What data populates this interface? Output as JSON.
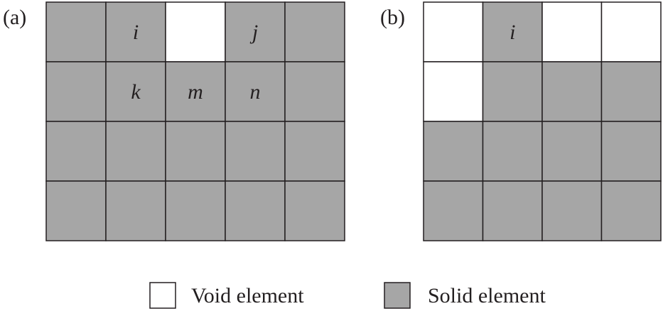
{
  "colors": {
    "solid": "#a6a6a6",
    "void": "#ffffff",
    "stroke": "#231f20"
  },
  "panels": [
    {
      "label": "(a)",
      "cells": [
        [
          "S",
          "S",
          "V",
          "S",
          "S"
        ],
        [
          "S",
          "S",
          "S",
          "S",
          "S"
        ],
        [
          "S",
          "S",
          "S",
          "S",
          "S"
        ],
        [
          "S",
          "S",
          "S",
          "S",
          "S"
        ]
      ],
      "cell_labels": [
        {
          "row": 0,
          "col": 1,
          "text": "i"
        },
        {
          "row": 0,
          "col": 3,
          "text": "j"
        },
        {
          "row": 1,
          "col": 1,
          "text": "k"
        },
        {
          "row": 1,
          "col": 2,
          "text": "m"
        },
        {
          "row": 1,
          "col": 3,
          "text": "n"
        }
      ]
    },
    {
      "label": "(b)",
      "cells": [
        [
          "V",
          "S",
          "V",
          "V"
        ],
        [
          "V",
          "S",
          "S",
          "S"
        ],
        [
          "S",
          "S",
          "S",
          "S"
        ],
        [
          "S",
          "S",
          "S",
          "S"
        ]
      ],
      "cell_labels": [
        {
          "row": 0,
          "col": 1,
          "text": "i"
        }
      ]
    }
  ],
  "legend": {
    "void_label": "Void element",
    "solid_label": "Solid element"
  }
}
